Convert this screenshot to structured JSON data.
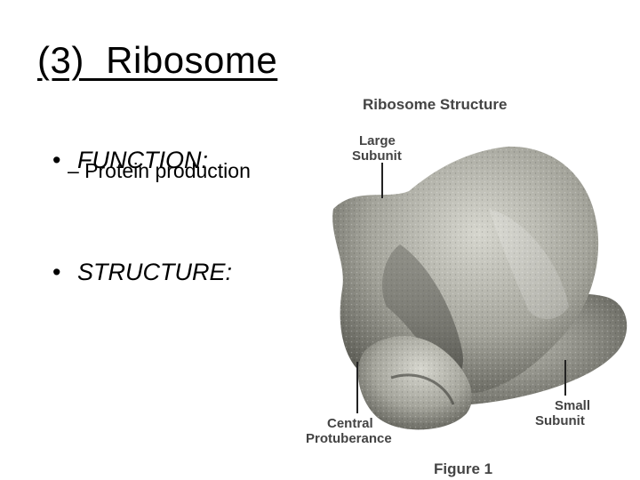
{
  "slide": {
    "title": "(3)  Ribosome",
    "bullets": [
      {
        "label": "FUNCTION:",
        "sub": "– Protein production"
      },
      {
        "label": "STRUCTURE:"
      }
    ]
  },
  "figure": {
    "title": "Ribosome Structure",
    "label_large_1": "Large",
    "label_large_2": "Subunit",
    "label_small_1": "Small",
    "label_small_2": "Subunit",
    "label_central_1": "Central",
    "label_central_2": "Protuberance",
    "caption": "Figure 1"
  },
  "colors": {
    "ribosome_light": "#c9c9c0",
    "ribosome_mid": "#8f8f86",
    "ribosome_dark": "#4a4a44",
    "label_text": "#444444"
  }
}
